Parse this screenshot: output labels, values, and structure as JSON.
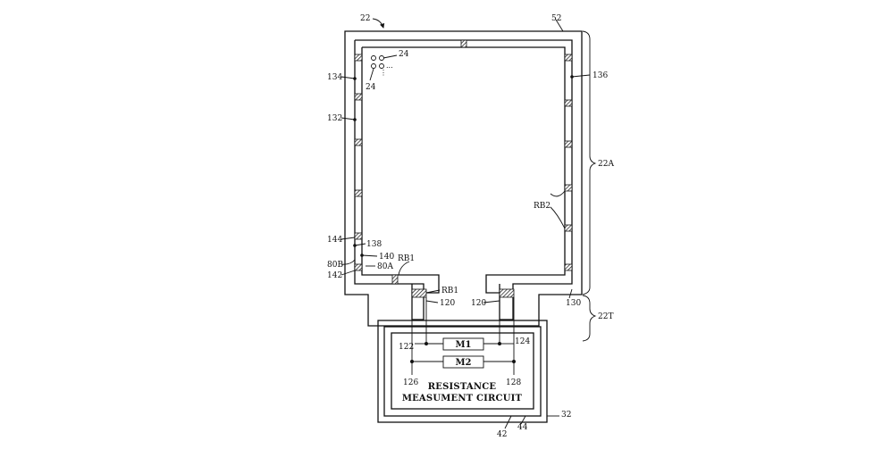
{
  "labels": {
    "ref_22": "22",
    "ref_52": "52",
    "ref_24_a": "24",
    "ref_24_b": "24",
    "dots_ellipsis": "...",
    "ref_134": "134",
    "ref_136": "136",
    "ref_132": "132",
    "ref_22A": "22A",
    "ref_RB2": "RB2",
    "ref_144": "144",
    "ref_138": "138",
    "ref_140": "140",
    "ref_80B": "80B",
    "ref_80A": "80A",
    "ref_142": "142",
    "ref_RB1_top": "RB1",
    "ref_RB1_pad": "RB1",
    "ref_120_left": "120",
    "ref_120_right": "120",
    "ref_130": "130",
    "ref_22T": "22T",
    "ref_122": "122",
    "ref_124": "124",
    "ref_126": "126",
    "ref_128": "128",
    "ref_32": "32",
    "ref_42": "42",
    "ref_44": "44"
  },
  "boxes": {
    "m1": "M1",
    "m2": "M2"
  },
  "circuit": {
    "line1": "RESISTANCE",
    "line2": "MEASUMENT CIRCUIT"
  }
}
